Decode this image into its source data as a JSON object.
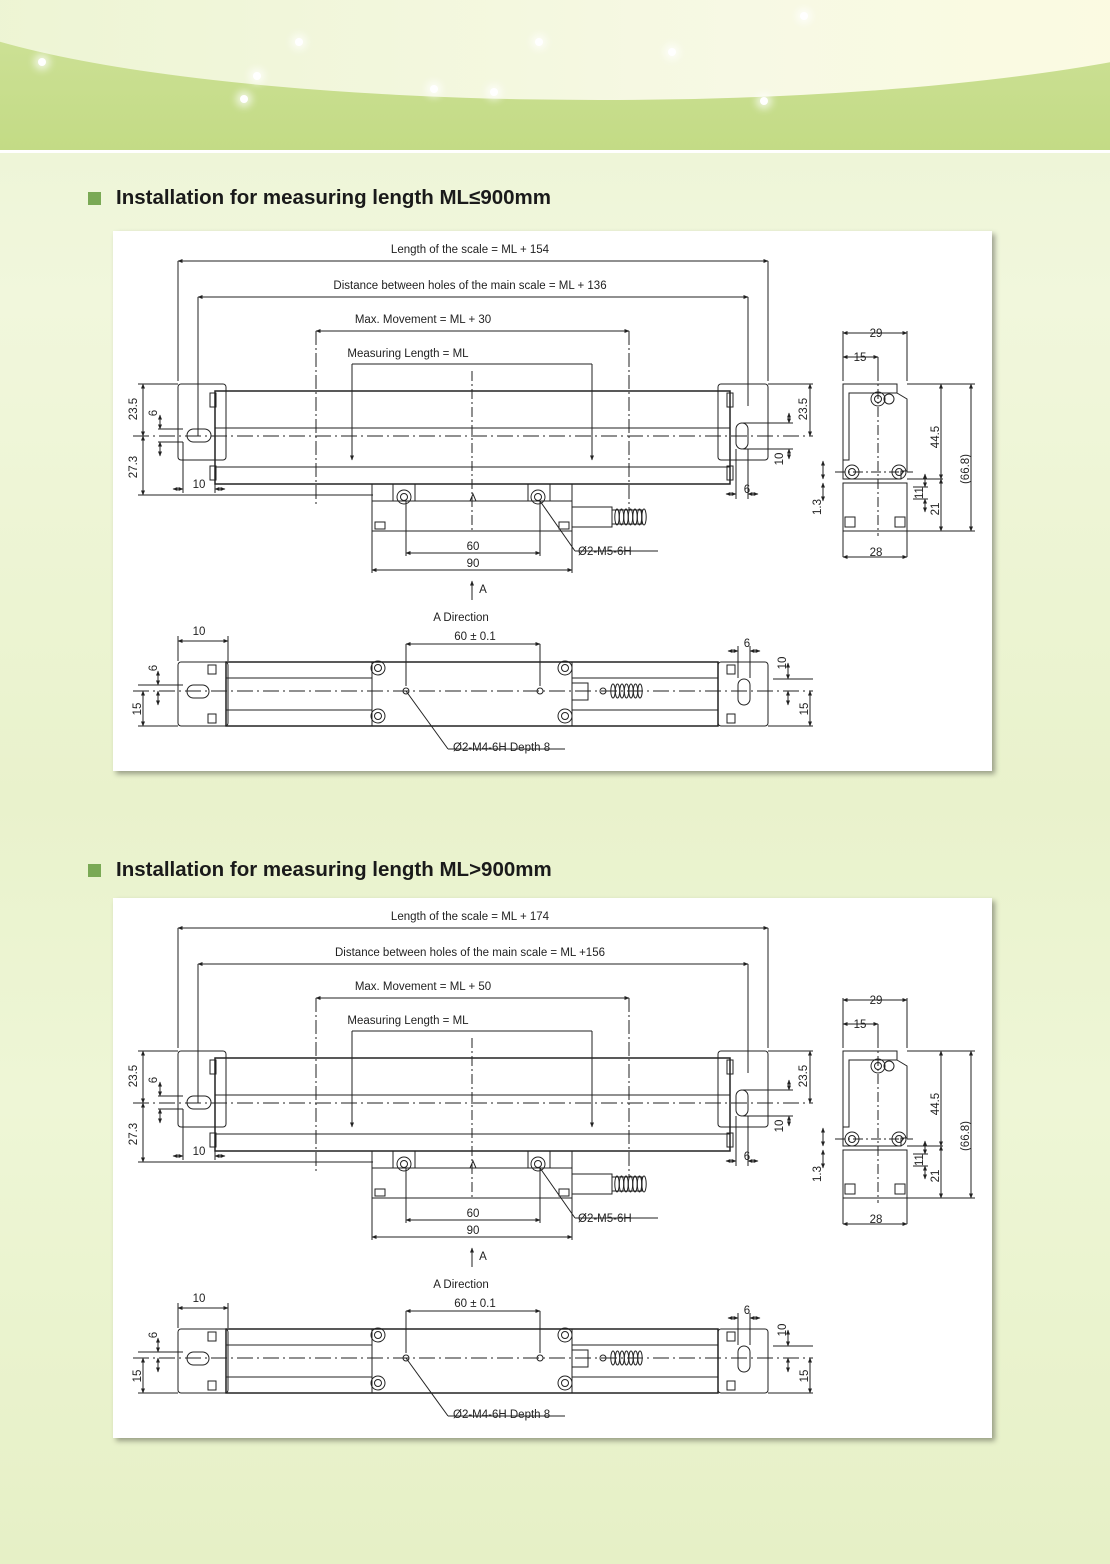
{
  "sections": [
    {
      "heading": "Installation for measuring length ML≤900mm",
      "labels": {
        "length": "Length of the scale = ML + 154",
        "distance": "Distance between holes of the main scale = ML + 136",
        "movement": "Max. Movement = ML + 30",
        "measuring": "Measuring Length = ML",
        "d23_5": "23.5",
        "d6": "6",
        "d27_3": "27.3",
        "d10": "10",
        "d23_5r": "23.5",
        "d10r": "10",
        "d6r": "6",
        "d60": "60",
        "d90": "90",
        "thread": "Ø2-M5-6H",
        "a": "A",
        "direction": "A Direction",
        "d60tol": "60 ± 0.1",
        "b10": "10",
        "b6": "6",
        "b15": "15",
        "b6r": "6",
        "b10r": "10",
        "b15r": "15",
        "bthread": "Ø2-M4-6H Depth 8",
        "s29": "29",
        "s15": "15",
        "s44_5": "44.5",
        "s66_8": "(66.8)",
        "s1_3": "1.3",
        "s11": "11",
        "s21": "21",
        "s28": "28"
      }
    },
    {
      "heading": "Installation for measuring length ML>900mm",
      "labels": {
        "length": "Length of the scale = ML + 174",
        "distance": "Distance between holes of the main scale = ML +156",
        "movement": "Max. Movement = ML + 50",
        "measuring": "Measuring Length = ML",
        "d23_5": "23.5",
        "d6": "6",
        "d27_3": "27.3",
        "d10": "10",
        "d23_5r": "23.5",
        "d10r": "10",
        "d6r": "6",
        "d60": "60",
        "d90": "90",
        "thread": "Ø2-M5-6H",
        "a": "A",
        "direction": "A Direction",
        "d60tol": "60 ± 0.1",
        "b10": "10",
        "b6": "6",
        "b15": "15",
        "b6r": "6",
        "b10r": "10",
        "b15r": "15",
        "bthread": "Ø2-M4-6H Depth 8",
        "s29": "29",
        "s15": "15",
        "s44_5": "44.5",
        "s66_8": "(66.8)",
        "s1_3": "1.3",
        "s11": "11",
        "s21": "21",
        "s28": "28"
      }
    }
  ],
  "colors": {
    "bullet": "#7aa955",
    "line": "#222222"
  }
}
